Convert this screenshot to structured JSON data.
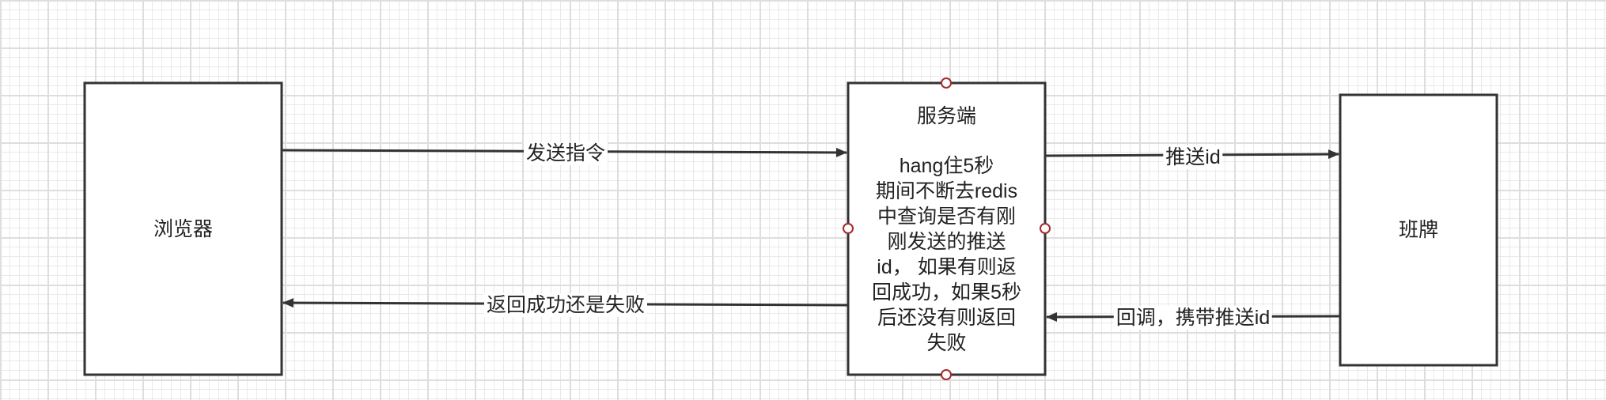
{
  "nodes": {
    "browser": {
      "label": "浏览器"
    },
    "server": {
      "title": "服务端",
      "description": "hang住5秒\n期间不断去redis\n中查询是否有刚\n刚发送的推送\nid，  如果有则返\n回成功，如果5秒\n后还没有则返回\n失败"
    },
    "board": {
      "label": "班牌"
    }
  },
  "edges": {
    "send_command": "发送指令",
    "return_result": "返回成功还是失败",
    "push_id": "推送id",
    "callback": "回调，携带推送id"
  },
  "colors": {
    "stroke": "#333333",
    "handle_stroke": "#a52a2a",
    "grid": "#e9e9e9"
  }
}
